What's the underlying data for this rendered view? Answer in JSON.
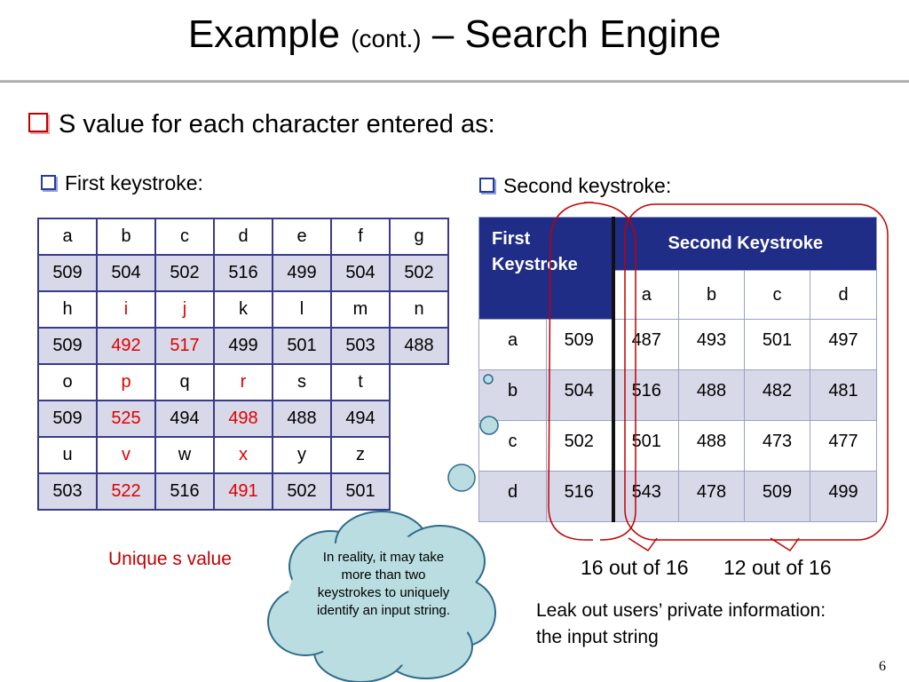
{
  "title": {
    "main": "Example",
    "small": "(cont.)",
    "rest": "– Search Engine"
  },
  "bullets": {
    "main": "S value for each character entered as:",
    "first": "First keystroke:",
    "second": "Second keystroke:"
  },
  "first_table": {
    "rows": [
      {
        "cells": [
          {
            "v": "a"
          },
          {
            "v": "b"
          },
          {
            "v": "c"
          },
          {
            "v": "d"
          },
          {
            "v": "e"
          },
          {
            "v": "f"
          },
          {
            "v": "g"
          }
        ]
      },
      {
        "cells": [
          {
            "v": "509"
          },
          {
            "v": "504"
          },
          {
            "v": "502"
          },
          {
            "v": "516"
          },
          {
            "v": "499"
          },
          {
            "v": "504"
          },
          {
            "v": "502"
          }
        ]
      },
      {
        "cells": [
          {
            "v": "h"
          },
          {
            "v": "i",
            "red": true
          },
          {
            "v": "j",
            "red": true
          },
          {
            "v": "k"
          },
          {
            "v": "l"
          },
          {
            "v": "m"
          },
          {
            "v": "n"
          }
        ]
      },
      {
        "cells": [
          {
            "v": "509"
          },
          {
            "v": "492",
            "red": true
          },
          {
            "v": "517",
            "red": true
          },
          {
            "v": "499"
          },
          {
            "v": "501"
          },
          {
            "v": "503"
          },
          {
            "v": "488"
          }
        ]
      },
      {
        "cells": [
          {
            "v": "o"
          },
          {
            "v": "p",
            "red": true
          },
          {
            "v": "q"
          },
          {
            "v": "r",
            "red": true
          },
          {
            "v": "s"
          },
          {
            "v": "t"
          }
        ]
      },
      {
        "cells": [
          {
            "v": "509"
          },
          {
            "v": "525",
            "red": true
          },
          {
            "v": "494"
          },
          {
            "v": "498",
            "red": true
          },
          {
            "v": "488"
          },
          {
            "v": "494"
          }
        ]
      },
      {
        "cells": [
          {
            "v": "u"
          },
          {
            "v": "v",
            "red": true
          },
          {
            "v": "w"
          },
          {
            "v": "x",
            "red": true
          },
          {
            "v": "y"
          },
          {
            "v": "z"
          }
        ]
      },
      {
        "cells": [
          {
            "v": "503"
          },
          {
            "v": "522",
            "red": true
          },
          {
            "v": "516"
          },
          {
            "v": "491",
            "red": true
          },
          {
            "v": "502"
          },
          {
            "v": "501"
          }
        ]
      }
    ]
  },
  "second_table": {
    "header_first_line1": "First",
    "header_first_line2": "Keystroke",
    "header_second": "Second Keystroke",
    "columns": [
      "a",
      "b",
      "c",
      "d"
    ],
    "rows": [
      {
        "key": "a",
        "s": "509",
        "values": [
          "487",
          "493",
          "501",
          "497"
        ]
      },
      {
        "key": "b",
        "s": "504",
        "values": [
          "516",
          "488",
          "482",
          "481"
        ]
      },
      {
        "key": "c",
        "s": "502",
        "values": [
          "501",
          "488",
          "473",
          "477"
        ]
      },
      {
        "key": "d",
        "s": "516",
        "values": [
          "543",
          "478",
          "509",
          "499"
        ]
      }
    ]
  },
  "annotations": {
    "unique_label": "Unique s value",
    "cloud_text": "In reality, it may take more than two keystrokes to uniquely identify an input string.",
    "count_first": "16 out of 16",
    "count_second": "12 out of 16",
    "leak_line1": "Leak out users’ private information:",
    "leak_line2": "the input string"
  },
  "colors": {
    "accent_red": "#e00000",
    "header_blue": "#202d86",
    "row_shade": "#d8d9e8",
    "cloud_fill": "#b9dde0"
  },
  "page_number": "6"
}
